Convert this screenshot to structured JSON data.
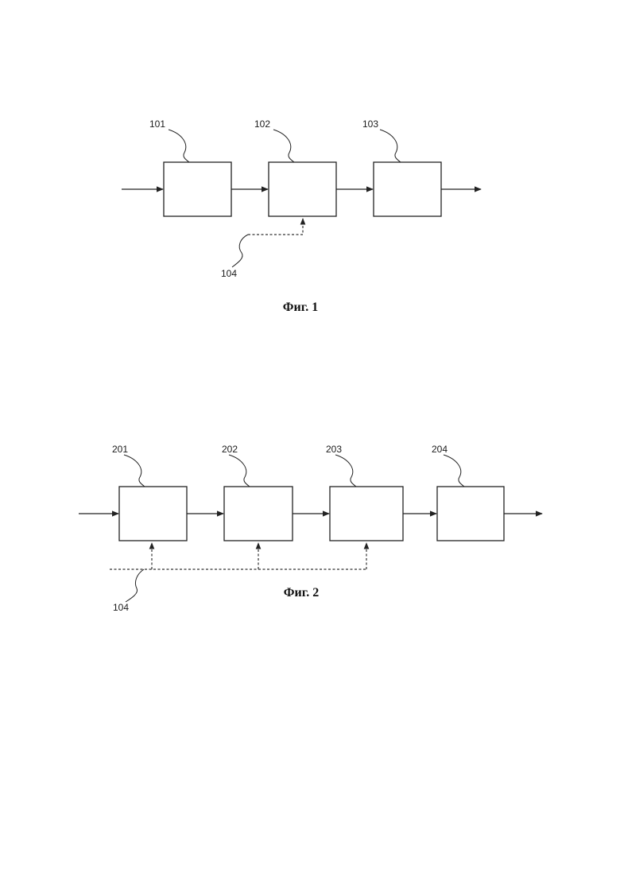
{
  "figures": [
    {
      "caption": "Фиг. 1",
      "blocks": [
        {
          "label": "101"
        },
        {
          "label": "102"
        },
        {
          "label": "103"
        }
      ],
      "control_line_label": "104"
    },
    {
      "caption": "Фиг. 2",
      "blocks": [
        {
          "label": "201"
        },
        {
          "label": "202"
        },
        {
          "label": "203"
        },
        {
          "label": "204"
        }
      ],
      "control_line_label": "104"
    }
  ]
}
